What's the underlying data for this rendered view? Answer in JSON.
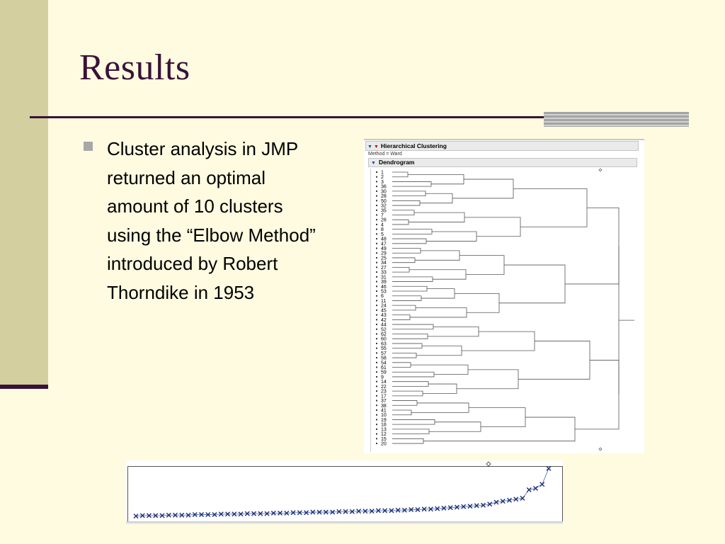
{
  "slide": {
    "title": "Results",
    "bullet": "Cluster analysis in JMP returned an optimal amount of 10 clusters using the “Elbow Method” introduced by Robert Thorndike in 1953"
  },
  "dendrogram_panel": {
    "header_title": "Hierarchical Clustering",
    "method_label": "Method = Ward",
    "section_title": "Dendrogram",
    "leaf_labels": [
      "1",
      "2",
      "3",
      "36",
      "30",
      "28",
      "50",
      "32",
      "35",
      "7",
      "26",
      "4",
      "8",
      "5",
      "48",
      "47",
      "49",
      "29",
      "25",
      "34",
      "27",
      "33",
      "31",
      "39",
      "46",
      "53",
      "6",
      "11",
      "24",
      "45",
      "43",
      "42",
      "44",
      "52",
      "62",
      "60",
      "63",
      "55",
      "57",
      "58",
      "54",
      "61",
      "59",
      "9",
      "14",
      "22",
      "23",
      "17",
      "37",
      "38",
      "41",
      "10",
      "19",
      "18",
      "13",
      "12",
      "15",
      "20"
    ],
    "colors": {
      "header_bg": "#eaeaea",
      "disclosure_blue": "#1f3fbf",
      "disclosure_red": "#d40000",
      "line": "#555555"
    }
  },
  "elbow_chart": {
    "type": "scatter",
    "marker": "x",
    "values": [
      0.02,
      0.03,
      0.03,
      0.03,
      0.03,
      0.04,
      0.04,
      0.04,
      0.04,
      0.05,
      0.05,
      0.05,
      0.05,
      0.06,
      0.06,
      0.06,
      0.06,
      0.07,
      0.07,
      0.07,
      0.07,
      0.08,
      0.08,
      0.08,
      0.09,
      0.09,
      0.09,
      0.1,
      0.1,
      0.1,
      0.1,
      0.11,
      0.11,
      0.11,
      0.12,
      0.12,
      0.12,
      0.13,
      0.13,
      0.13,
      0.14,
      0.14,
      0.15,
      0.15,
      0.16,
      0.16,
      0.17,
      0.18,
      0.19,
      0.2,
      0.21,
      0.22,
      0.23,
      0.24,
      0.26,
      0.3,
      0.32,
      0.34,
      0.36,
      0.38,
      0.55,
      0.58,
      0.66,
      0.98
    ],
    "colors": {
      "marker": "#1f2f6e",
      "line": "#5577cc"
    }
  }
}
